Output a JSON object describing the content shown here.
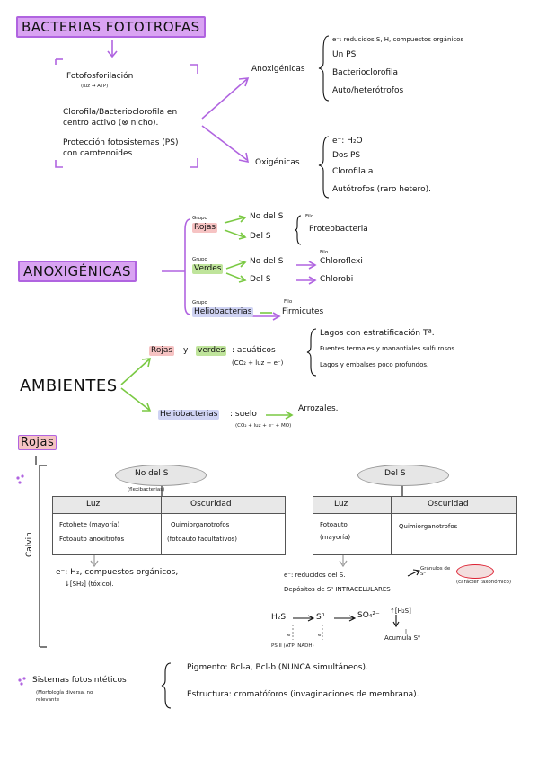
{
  "header": {
    "title": "BACTERIAS FOTOTROFAS"
  },
  "intro": {
    "foto": "Fotofosforilación",
    "foto_sub": "(luz → ATP)",
    "cloro1": "Clorofila/Bacterioclorofila en",
    "cloro2": "centro activo (⊗ nicho).",
    "prot1": "Protección fotosistemas (PS)",
    "prot2": "con carotenoides"
  },
  "anox_branch": {
    "label": "Anoxigénicas",
    "l1": "e⁻: reducidos S, H, compuestos orgánicos",
    "l2": "Un PS",
    "l3": "Bacterioclorofila",
    "l4": "Auto/heterótrofos"
  },
  "oxi_branch": {
    "label": "Oxigénicas",
    "l1": "e⁻: H₂O",
    "l2": "Dos PS",
    "l3": "Clorofila a",
    "l4": "Autótrofos (raro hetero)."
  },
  "anoxigenicas": {
    "title": "ANOXIGÉNICAS",
    "grupo1": "Grupo",
    "rojas": "Rojas",
    "rojas_no": "No del S",
    "rojas_del": "Del S",
    "filo1": "Filo",
    "proteo": "Proteobacteria",
    "grupo2": "Grupo",
    "verdes": "Verdes",
    "verdes_no": "No del S",
    "verdes_del": "Del S",
    "filo2": "Filo",
    "chloroflexi": "Chloroflexi",
    "chlorobi": "Chlorobi",
    "grupo3": "Grupo",
    "helio": "Heliobacterias",
    "filo3": "Filo",
    "firmicutes": "Firmicutes"
  },
  "ambientes": {
    "title": "AMBIENTES",
    "rojas": "Rojas",
    "y": "y",
    "verdes": "verdes",
    "acuaticos": ": acuáticos",
    "acuaticos_sub": "(CO₂ + luz + e⁻)",
    "lagos1": "Lagos con estratificación Tª.",
    "lagos2": "Fuentes termales y manantiales sulfurosos",
    "lagos3": "Lagos y embalses poco profundos.",
    "helio": "Heliobacterias",
    "suelo": ": suelo",
    "suelo_sub": "(CO₂ + luz + e⁻ + MO)",
    "arrozales": "Arrozales."
  },
  "rojas_section": {
    "title": "Rojas",
    "calvin": "Calvin",
    "no_del_s": "No del S",
    "no_del_s_sub": "(flexibacterias)",
    "del_s": "Del S",
    "t1_h1": "Luz",
    "t1_h2": "Oscuridad",
    "t1_c1a": "Fotohete (mayoría)",
    "t1_c1b": "Fotoauto anoxitrofos",
    "t1_c2a": "Quimiorganotrofos",
    "t1_c2b": "(fotoauto facultativos)",
    "t2_h1": "Luz",
    "t2_h2": "Oscuridad",
    "t2_c1a": "Fotoauto",
    "t2_c1b": "(mayoría)",
    "t2_c2": "Quimiorganotrofos",
    "e_left1": "e⁻: H₂, compuestos orgánicos,",
    "e_left2": "↓[SH₂] (tóxico).",
    "e_right1": "e⁻: reducidos del S.",
    "e_right2": "Depósitos de S⁰ INTRACELULARES",
    "granulos": "Gránulos de S⁰",
    "caracter": "(carácter taxonómico)",
    "h2s": "H₂S",
    "s0": "S⁰",
    "so4": "SO₄²⁻",
    "eminus1": "e⁻",
    "eminus2": "e⁻",
    "ps": "PS II (ATP, NADH)",
    "h2s_up": "↑[H₂S]",
    "acumula": "Acumula S⁰"
  },
  "sistemas": {
    "l1": "Sistemas fotosintéticos",
    "l2": "(Morfología diversa, no",
    "l3": "relevante",
    "pigmento": "Pigmento: Bcl-a, Bcl-b (NUNCA simultáneos).",
    "estructura": "Estructura: cromatóforos (invaginaciones de membrana)."
  },
  "colors": {
    "purple": "#b064e0",
    "green": "#7ac943",
    "grey": "#9a9a9a"
  }
}
